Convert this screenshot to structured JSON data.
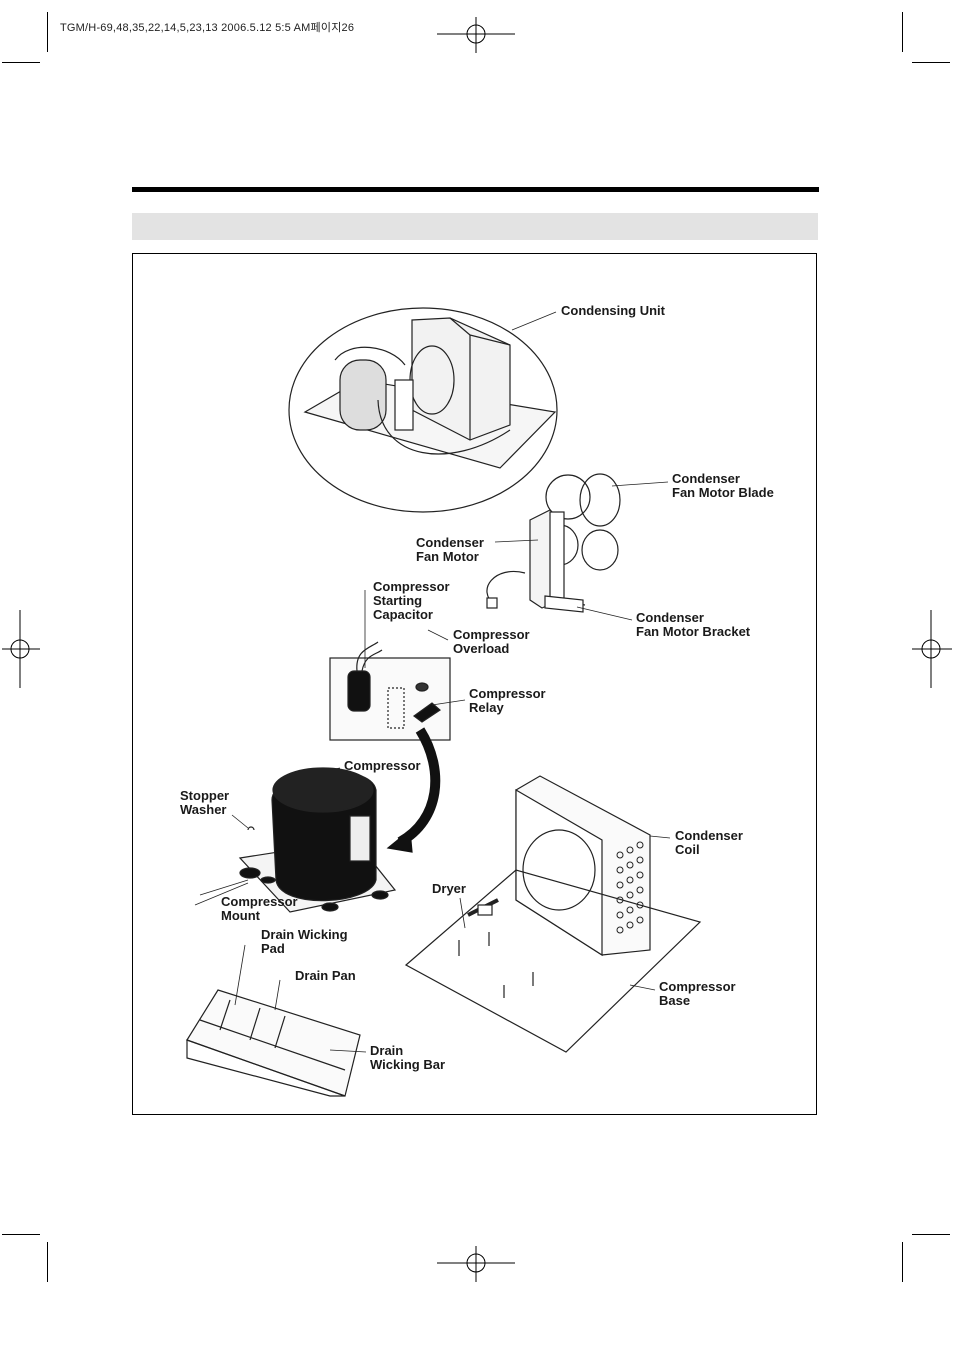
{
  "header": {
    "slug": "TGM/H-69,48,35,22,14,5,23,13  2006.5.12 5:5 AM페이지26"
  },
  "diagram": {
    "labels": {
      "condensing_unit": "Condensing Unit",
      "condenser_fan_motor_blade": "Condenser\nFan Motor Blade",
      "condenser_fan_motor": "Condenser\nFan Motor",
      "compressor_starting_capacitor": "Compressor\nStarting\nCapacitor",
      "compressor_overload": "Compressor\nOverload",
      "condenser_fan_motor_bracket": "Condenser\nFan Motor Bracket",
      "compressor_relay": "Compressor\nRelay",
      "compressor": "Compressor",
      "stopper_washer": "Stopper\nWasher",
      "condenser_coil": "Condenser\nCoil",
      "dryer": "Dryer",
      "compressor_mount": "Compressor\nMount",
      "drain_wicking_pad": "Drain Wicking\nPad",
      "drain_pan": "Drain Pan",
      "compressor_base": "Compressor\nBase",
      "drain_wicking_bar": "Drain\nWicking Bar"
    }
  }
}
